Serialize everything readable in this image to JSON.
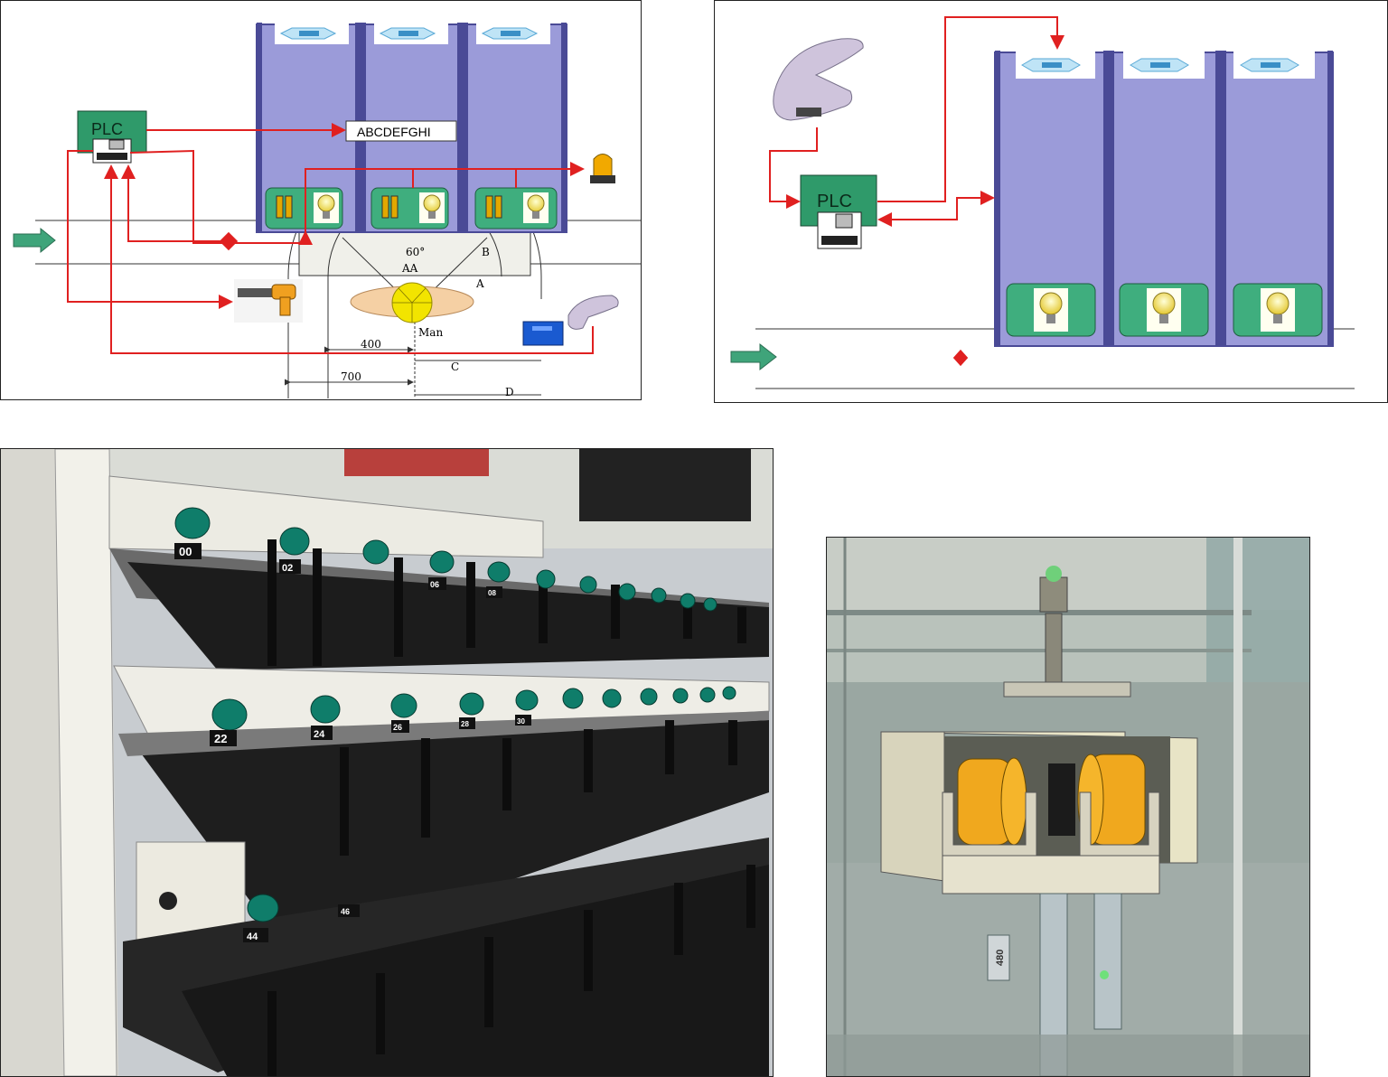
{
  "diagram_left": {
    "plc_label": "PLC",
    "display_text": "ABCDEFGHI",
    "angle_label": "60°",
    "zone_labels": {
      "a": "A",
      "aa": "AA",
      "b": "B",
      "c": "C",
      "d": "D"
    },
    "operator_label": "Man",
    "dimension_400": "400",
    "dimension_700": "700"
  },
  "diagram_right": {
    "plc_label": "PLC"
  },
  "photo_rack": {
    "slot_numbers": [
      "00",
      "02",
      "06",
      "08",
      "22",
      "24",
      "26",
      "28",
      "30",
      "44",
      "46"
    ]
  },
  "photo_detail": {
    "cylinder_tag": "480"
  },
  "colors": {
    "rack_purple": "#9b9bd9",
    "rack_dark": "#4a4a96",
    "plc_green": "#2f9a6a",
    "signal_red": "#e02020",
    "flow_arrow": "#3fa47a",
    "light_box": "#3fae7e"
  }
}
